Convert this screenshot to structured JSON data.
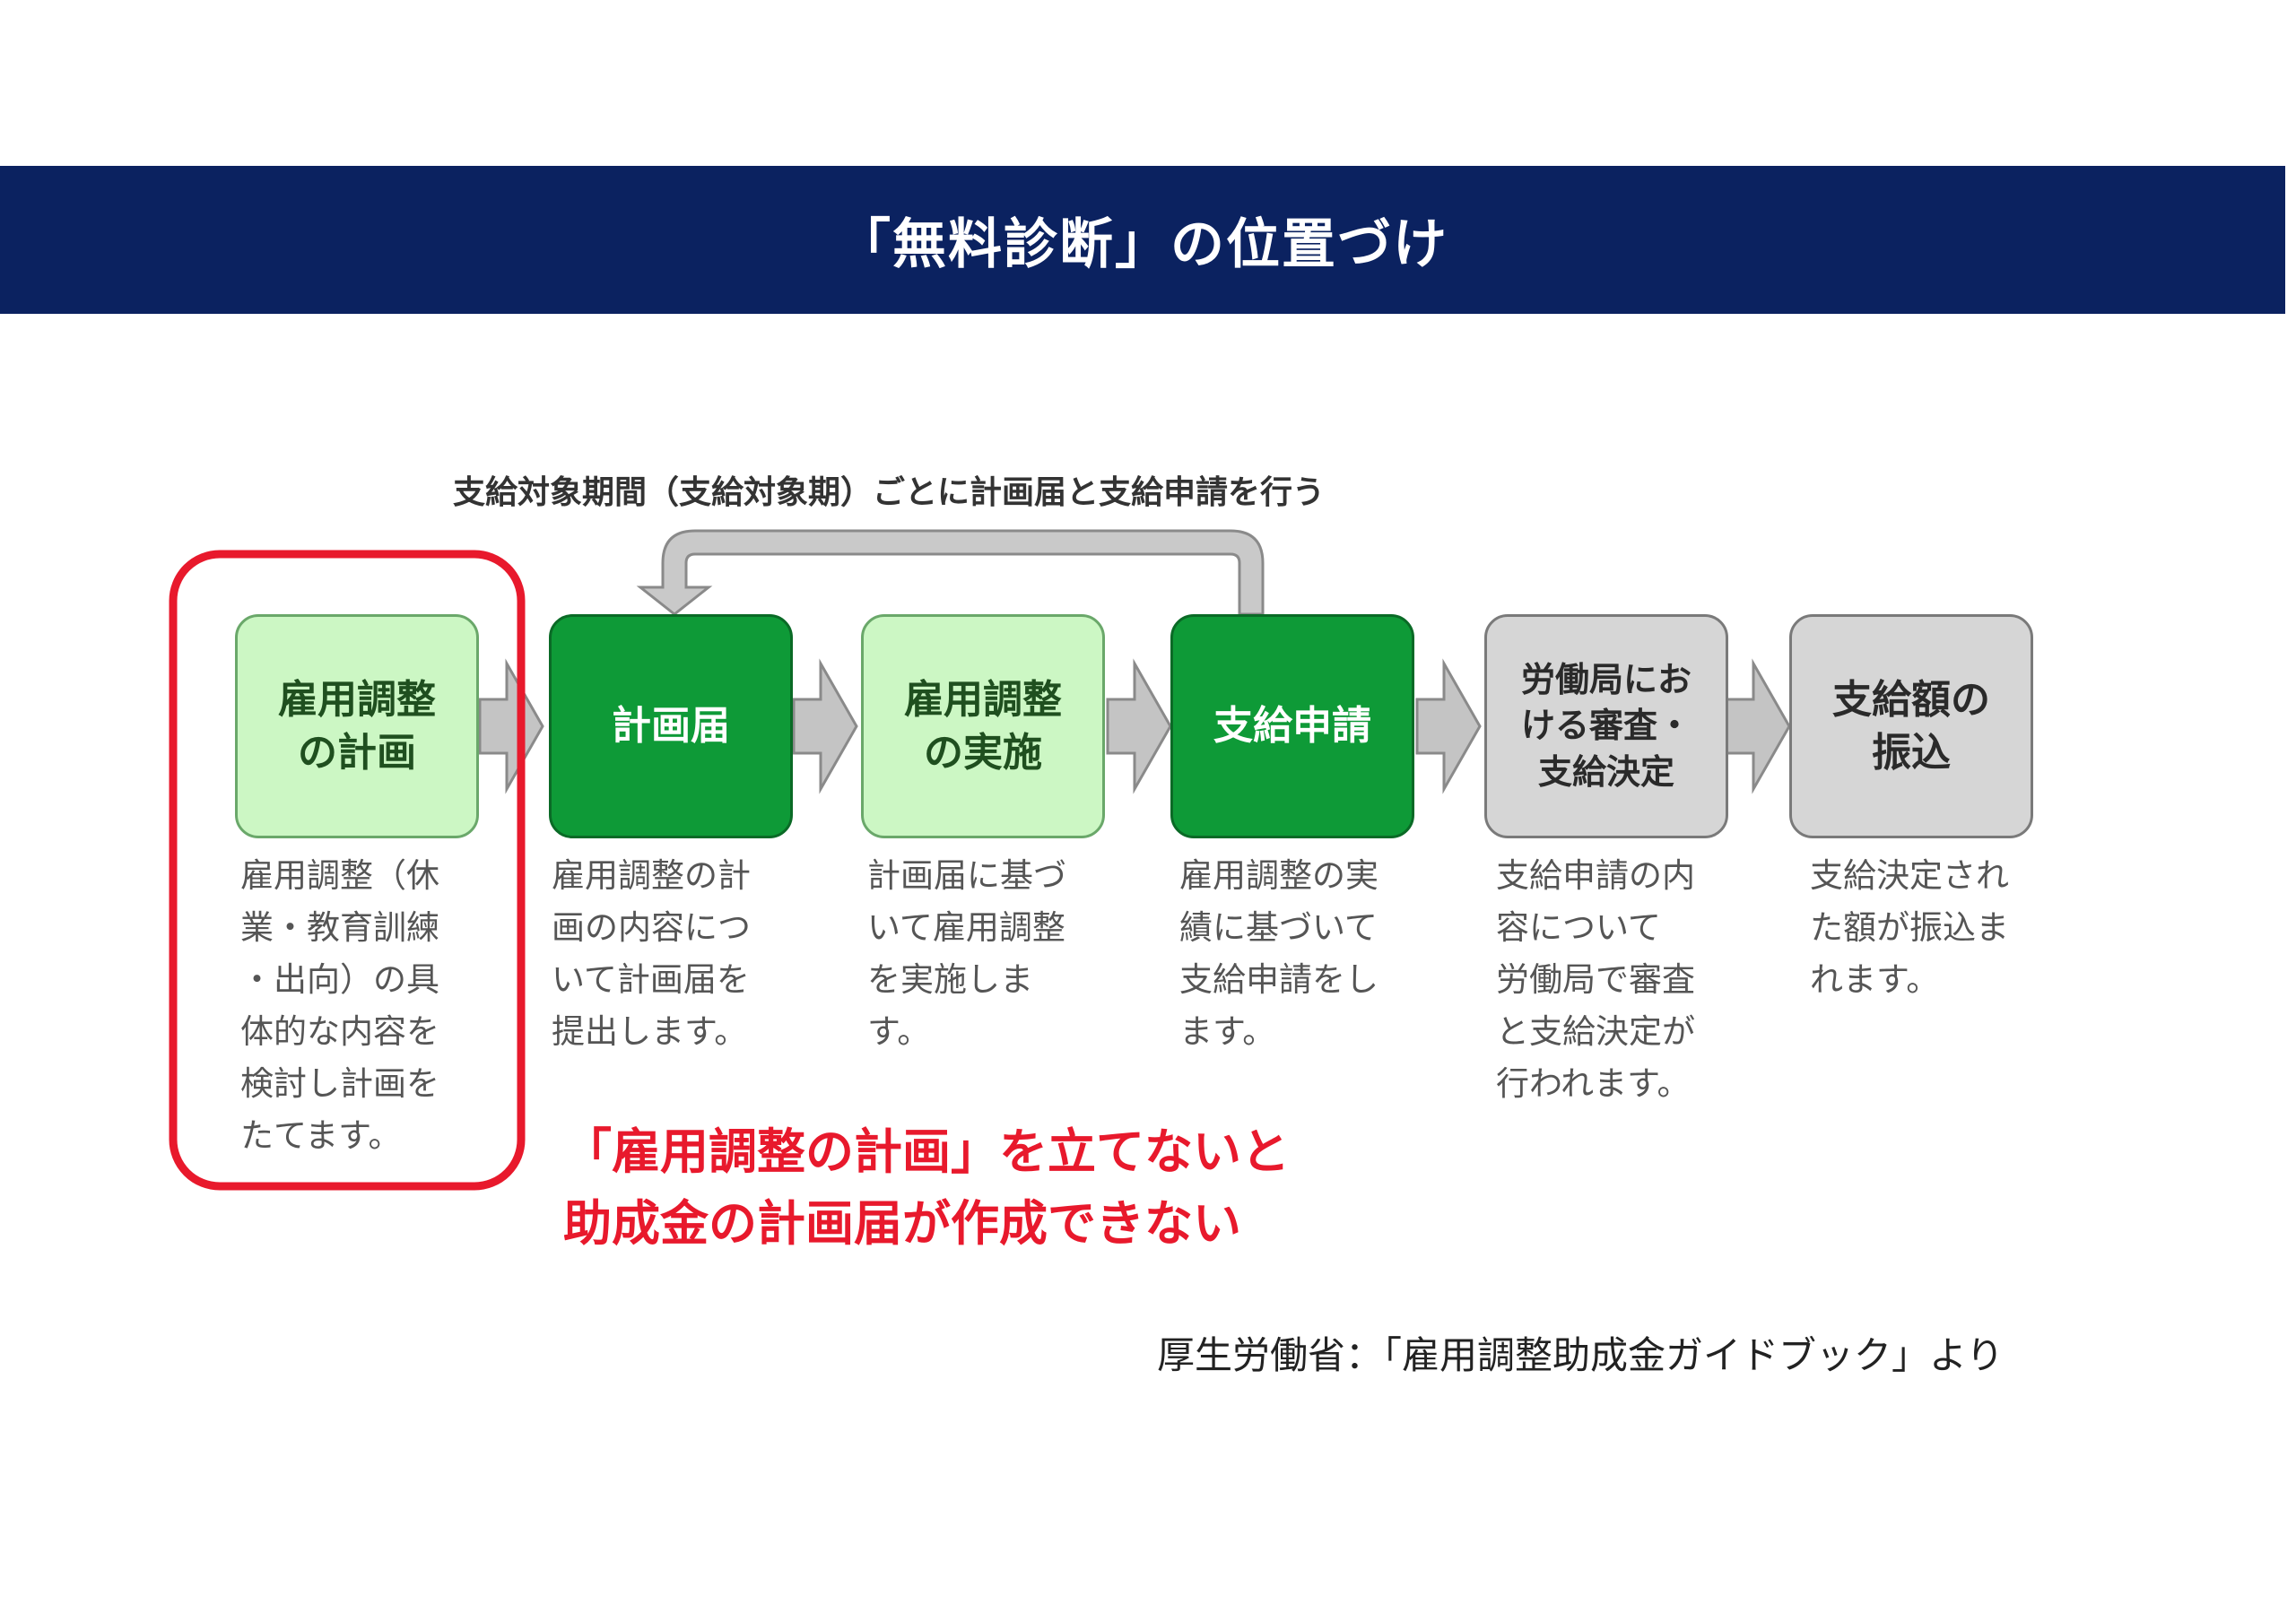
{
  "title": "「無料診断」の位置づけ",
  "loop_label": "支給対象期間（支給対象期）ごとに計画届と支給申請を行う",
  "steps": [
    {
      "label": "雇用調整\nの計画",
      "style": "light",
      "description": "雇用調整（休\n業・教育訓練\n・出向）の具\n体的な内容を\n検討し計画を\nたてます。"
    },
    {
      "label": "計画届",
      "style": "dark",
      "description": "雇用調整の計\n画の内容につ\nいて計画届を\n提出します。"
    },
    {
      "label": "雇用調整\nの実施",
      "style": "light",
      "description": "計画届に基づ\nいて雇用調整\nを実施しま\nす。"
    },
    {
      "label": "支給申請",
      "style": "dark",
      "description": "雇用調整の実\n績に基づいて\n支給申請をし\nます。"
    },
    {
      "label": "労働局にお\nける審査・\n支給決定",
      "style": "grey",
      "description": "支給申請の内\n容について\n労働局で審査\nと支給決定が\n行われます。"
    },
    {
      "label": "支給額の\n振込",
      "style": "grey big",
      "description": "支給決定され\nた額が振込ま\nれます。"
    }
  ],
  "note": "「雇用調整の計画」を立てないと\n助成金の計画届が作成できない",
  "source": "厚生労働省：「雇用調整助成金ガイドブック」より",
  "colors": {
    "title_bar": "#0b2260",
    "light_box": "#ccf7c4",
    "dark_box": "#0e9a37",
    "grey_box": "#d6d6d6",
    "highlight": "#e8192c",
    "arrow": "#b8b8b8"
  }
}
